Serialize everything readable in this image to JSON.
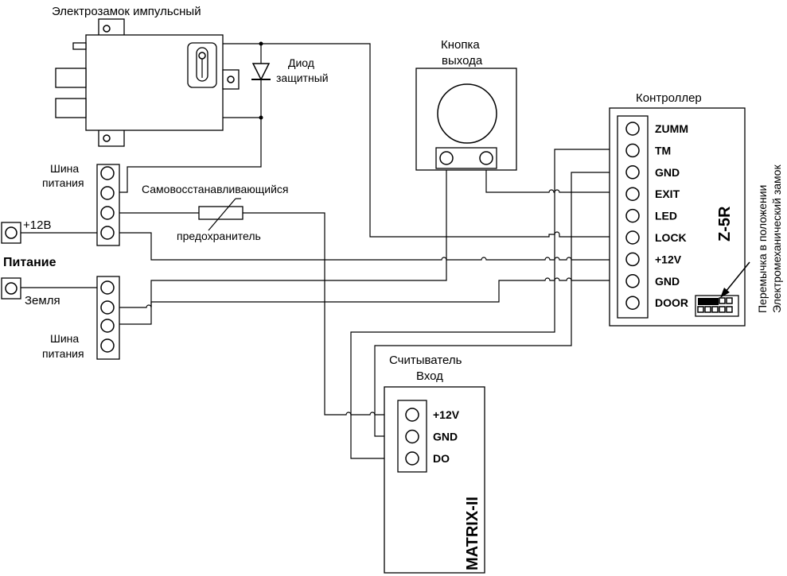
{
  "lock": {
    "title": "Электрозамок импульсный"
  },
  "diode": {
    "line1": "Диод",
    "line2": "защитный"
  },
  "exit_button": {
    "line1": "Кнопка",
    "line2": "выхода"
  },
  "controller": {
    "title": "Контроллер",
    "model": "Z-5R",
    "pins": [
      "ZUMM",
      "TM",
      "GND",
      "EXIT",
      "LED",
      "LOCK",
      "+12V",
      "GND",
      "DOOR"
    ]
  },
  "jumper_note": {
    "line1": "Перемычка в положении",
    "line2": "Электромеханический замок"
  },
  "bus_top": {
    "line1": "Шина",
    "line2": "питания"
  },
  "bus_bottom": {
    "line1": "Шина",
    "line2": "питания"
  },
  "fuse": {
    "line1": "Самовосстанавливающийся",
    "line2": "предохранитель"
  },
  "power": {
    "title": "Питание",
    "plus": "+12В",
    "ground": "Земля"
  },
  "reader": {
    "title_line1": "Считыватель",
    "title_line2": "Вход",
    "model": "MATRIX-II",
    "pins": [
      "+12V",
      "GND",
      "DO"
    ]
  }
}
